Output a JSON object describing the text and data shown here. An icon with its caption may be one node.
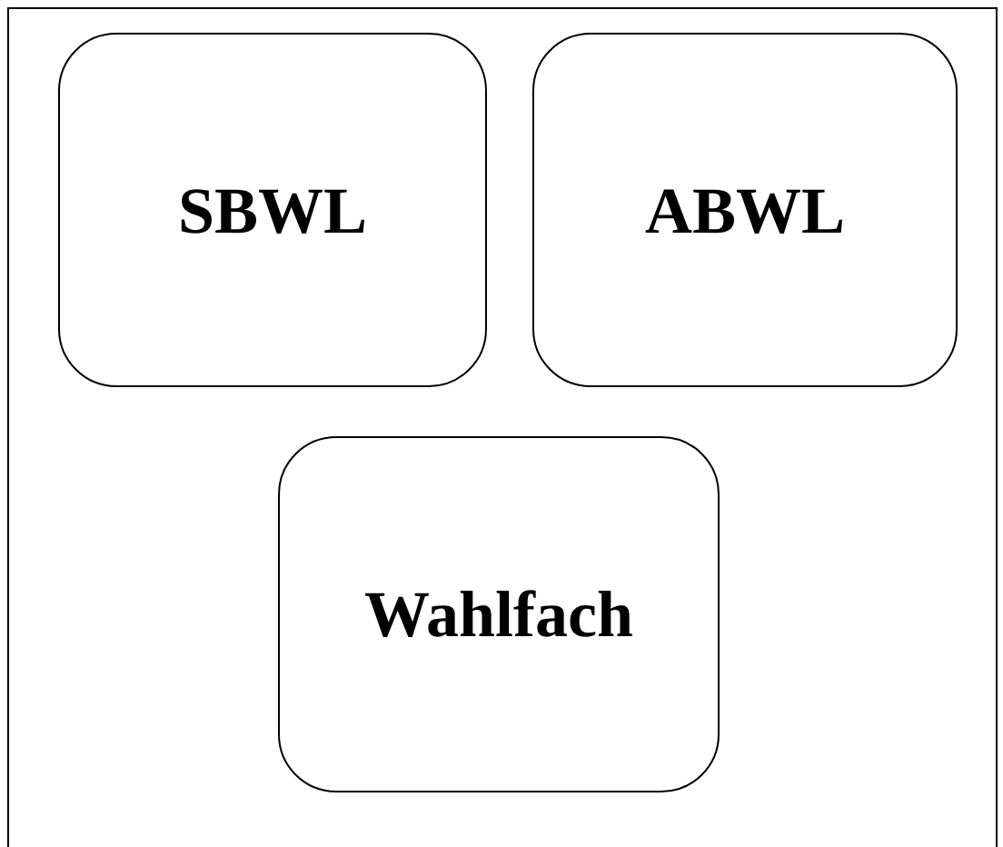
{
  "diagram": {
    "nodes": [
      {
        "text": [
          "SBWL"
        ]
      },
      {
        "text": [
          "ABWL"
        ]
      },
      {
        "text": [
          "Wahlfach"
        ]
      }
    ]
  }
}
